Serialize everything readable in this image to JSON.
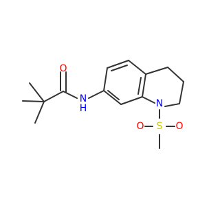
{
  "molecule": {
    "colors": {
      "bond": "#333333",
      "oxygen": "#ff0000",
      "nitrogen": "#0000ff",
      "sulfur": "#cccc00",
      "hydrogen": "#0000ff"
    },
    "labels": {
      "amide_oxygen": "O",
      "amide_nitrogen": "N",
      "amide_hydrogen": "H",
      "ring_nitrogen": "N",
      "sulfur": "S",
      "sulfonyl_oxygen_left": "O",
      "sulfonyl_oxygen_right": "O"
    }
  }
}
